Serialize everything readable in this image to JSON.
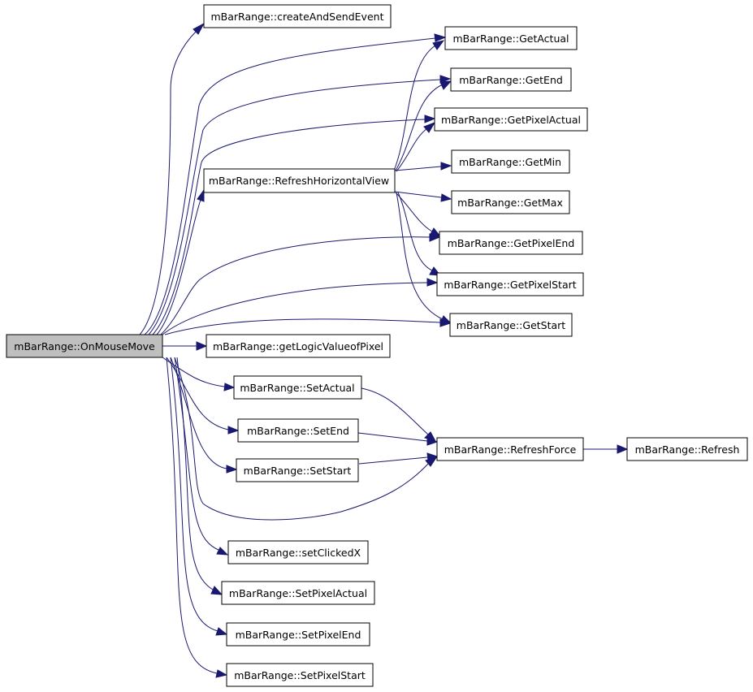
{
  "colors": {
    "edge": "#191970",
    "root_fill": "#bfbfbf",
    "node_fill": "#ffffff",
    "node_border": "#000000"
  },
  "nodes": {
    "on_mouse_move": "mBarRange::OnMouseMove",
    "create_and_send_event": "mBarRange::createAndSendEvent",
    "get_actual": "mBarRange::GetActual",
    "get_end": "mBarRange::GetEnd",
    "get_pixel_actual": "mBarRange::GetPixelActual",
    "get_min": "mBarRange::GetMin",
    "refresh_horizontal_view": "mBarRange::RefreshHorizontalView",
    "get_max": "mBarRange::GetMax",
    "get_pixel_end": "mBarRange::GetPixelEnd",
    "get_pixel_start": "mBarRange::GetPixelStart",
    "get_start": "mBarRange::GetStart",
    "get_logic_value_of_pixel": "mBarRange::getLogicValueofPixel",
    "set_actual": "mBarRange::SetActual",
    "set_end": "mBarRange::SetEnd",
    "refresh_force": "mBarRange::RefreshForce",
    "refresh": "mBarRange::Refresh",
    "set_start": "mBarRange::SetStart",
    "set_clicked_x": "mBarRange::setClickedX",
    "set_pixel_actual": "mBarRange::SetPixelActual",
    "set_pixel_end": "mBarRange::SetPixelEnd",
    "set_pixel_start": "mBarRange::SetPixelStart"
  }
}
